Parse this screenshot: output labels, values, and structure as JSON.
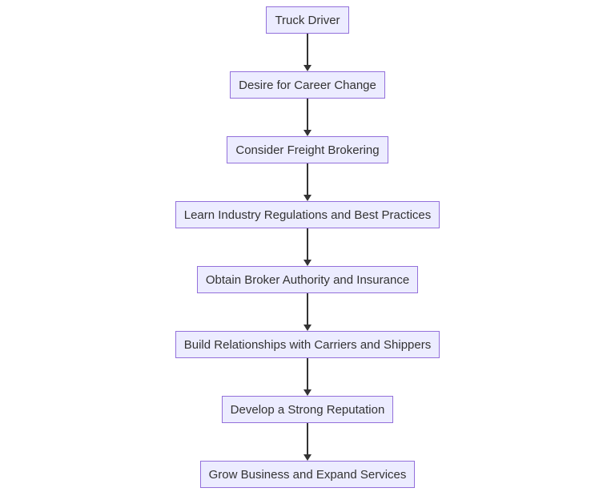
{
  "flowchart": {
    "direction": "top-down",
    "nodes": [
      {
        "id": "truck-driver",
        "label": "Truck Driver"
      },
      {
        "id": "desire-career-change",
        "label": "Desire for Career Change"
      },
      {
        "id": "consider-freight-brokering",
        "label": "Consider Freight Brokering"
      },
      {
        "id": "learn-regulations",
        "label": "Learn Industry Regulations and Best Practices"
      },
      {
        "id": "obtain-authority-insurance",
        "label": "Obtain Broker Authority and Insurance"
      },
      {
        "id": "build-relationships",
        "label": "Build Relationships with Carriers and Shippers"
      },
      {
        "id": "develop-reputation",
        "label": "Develop a Strong Reputation"
      },
      {
        "id": "grow-business",
        "label": "Grow Business and Expand Services"
      }
    ],
    "edges": [
      {
        "from": "truck-driver",
        "to": "desire-career-change"
      },
      {
        "from": "desire-career-change",
        "to": "consider-freight-brokering"
      },
      {
        "from": "consider-freight-brokering",
        "to": "learn-regulations"
      },
      {
        "from": "learn-regulations",
        "to": "obtain-authority-insurance"
      },
      {
        "from": "obtain-authority-insurance",
        "to": "build-relationships"
      },
      {
        "from": "build-relationships",
        "to": "develop-reputation"
      },
      {
        "from": "develop-reputation",
        "to": "grow-business"
      }
    ],
    "colors": {
      "node_fill": "#ECECFF",
      "node_border": "#9370DB",
      "node_text": "#333333",
      "arrow": "#333333",
      "background": "#ffffff"
    }
  }
}
